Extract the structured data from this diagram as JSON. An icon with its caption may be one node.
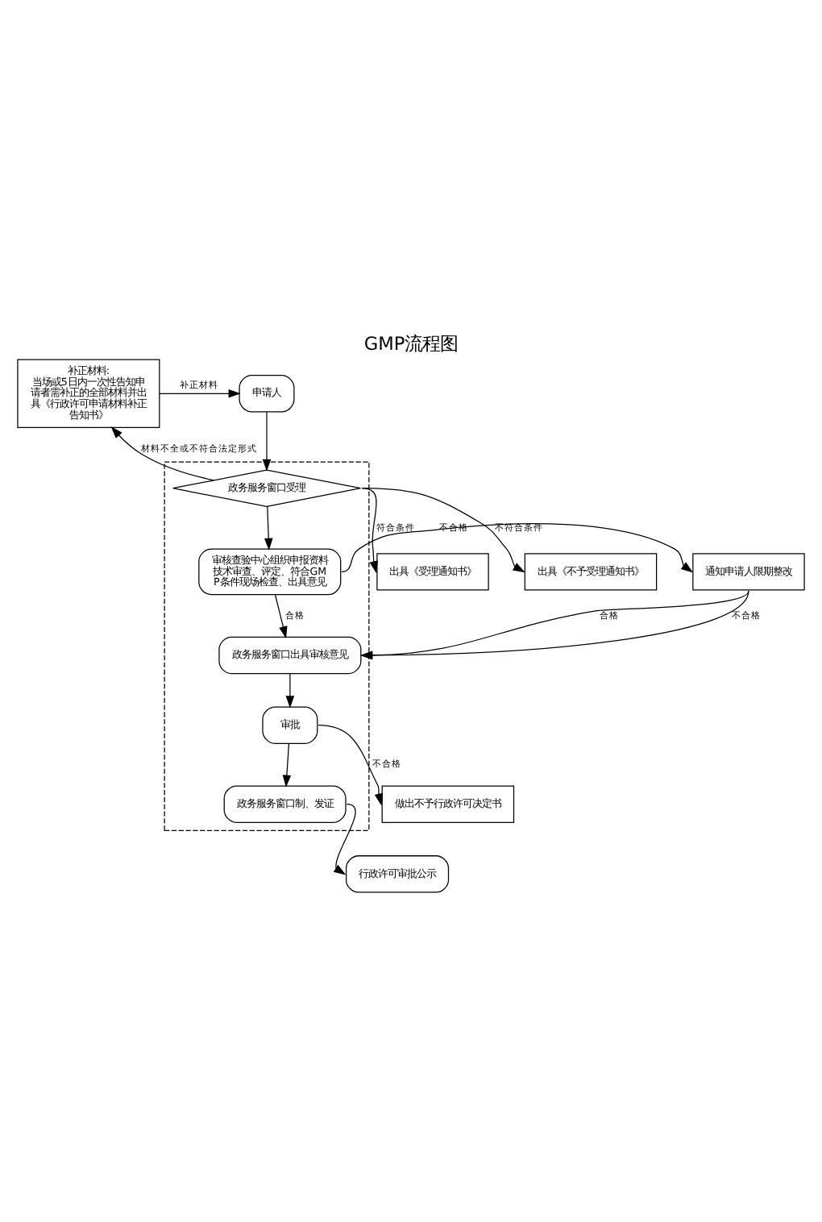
{
  "diagram": {
    "title": "GMP流程图",
    "nodes": [
      {
        "text": [
          "补正材料:",
          "当场或5日内一次性告知申请者需补正的全部材料并出具《行政许可申请材料补正告知书》"
        ]
      },
      {
        "text": [
          "申请人"
        ]
      },
      {
        "text": [],
        "shape": "box"
      },
      {
        "text": [
          "政务服务窗口受理"
        ],
        "in": 2
      },
      {
        "text": [
          "出具《受理通知书》"
        ]
      },
      {
        "text": [
          "出具《不予受理通知书》"
        ]
      },
      {
        "text": [
          "审核查验中心组织申报资料技术审查、评定、符合GMP条件现场检查、出具意见"
        ],
        "in": 2
      },
      {
        "text": [
          "通知申请人限期整改"
        ]
      },
      {
        "text": [
          "政务服务窗口出具审核意见"
        ],
        "in": 2
      },
      {
        "text": [
          "审批"
        ],
        "in": 2
      },
      {
        "text": [
          "做出不予行政许可决定书"
        ]
      },
      {
        "text": [
          "政务服务窗口制、发证"
        ],
        "in": 2
      },
      {
        "text": [
          "行政许可审批公示"
        ]
      }
    ],
    "edges": [
      {
        "from": 0,
        "to": 1,
        "arrow": "to",
        "label": "补正材料"
      },
      {
        "from": 1,
        "to": 3,
        "arrow": "to"
      },
      {
        "from": 3,
        "to": 0,
        "arrow": "to",
        "label": "材料不全或不符合法定形式"
      },
      {
        "from": 3,
        "to": 4,
        "arrow": "to",
        "label": "符合条件"
      },
      {
        "from": 3,
        "to": 5,
        "arrow": "to",
        "label": "不符合条件"
      },
      {
        "from": 3,
        "to": 6,
        "arrow": "to"
      },
      {
        "from": 6,
        "to": 7,
        "arrow": "to",
        "label": "不合格"
      },
      {
        "from": 6,
        "to": 8,
        "arrow": "to",
        "label": "合格"
      },
      {
        "from": 7,
        "to": 8,
        "arrow": "to",
        "label": "合格"
      },
      {
        "from": 7,
        "to": 8,
        "arrow": "to",
        "label": "不合格"
      },
      {
        "from": 8,
        "to": 9,
        "arrow": "to"
      },
      {
        "from": 9,
        "to": 10,
        "arrow": "to",
        "label": "不合格"
      },
      {
        "from": 9,
        "to": 11,
        "arrow": "to"
      },
      {
        "from": 11,
        "to": 12,
        "arrow": "to"
      }
    ]
  }
}
